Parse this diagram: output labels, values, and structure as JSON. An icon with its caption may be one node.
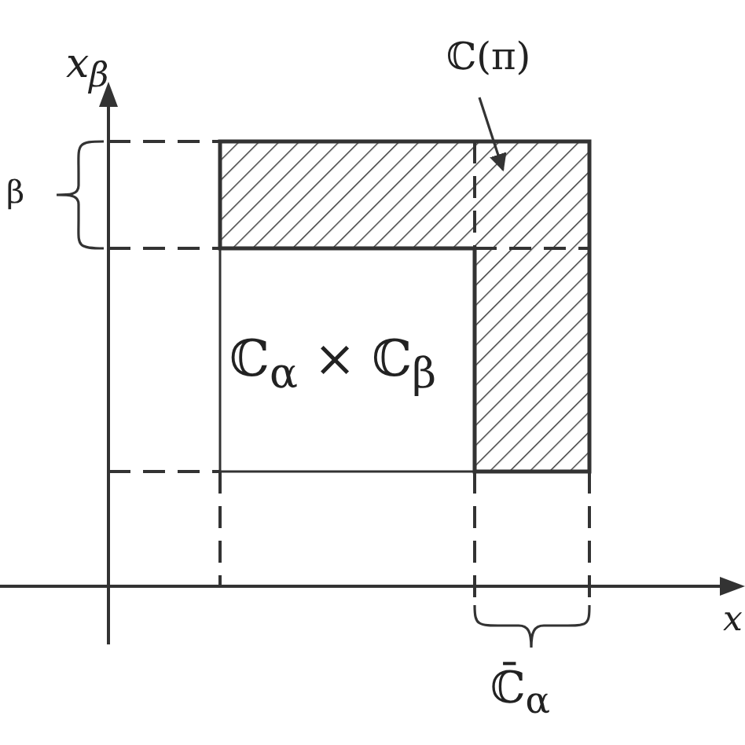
{
  "diagram": {
    "nodes": [
      {
        "text": [
          "ℂ(π)"
        ]
      },
      {
        "text": [],
        "shape": "box"
      }
    ],
    "edges": [
      {
        "from": 0,
        "to": 1,
        "arrow": "to"
      }
    ],
    "labels": [
      "x$_{β}$",
      "β",
      "ℂ$_{α}$ × ℂ$_{β}$",
      "ℂ̄$_{α}$",
      "x"
    ]
  }
}
